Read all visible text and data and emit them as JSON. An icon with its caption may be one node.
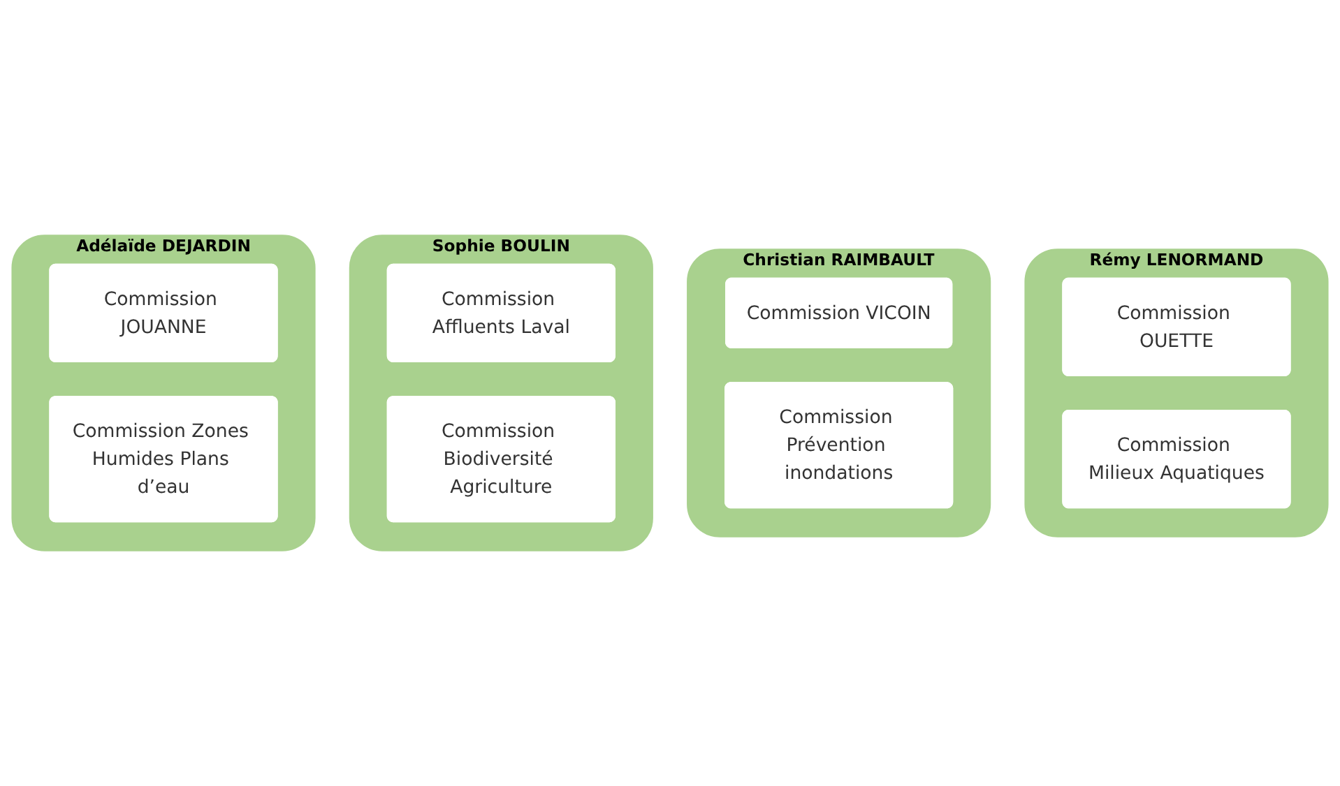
{
  "diagram": {
    "nodes": [
      {
        "text": [
          "Adélaïde DEJARDIN"
        ]
      },
      {
        "text": [
          "Commission JOUANNE"
        ],
        "in": 0
      },
      {
        "text": [
          "Commission Zones Humides Plans d’eau"
        ],
        "in": 0
      },
      {
        "text": [
          "Sophie BOULIN"
        ]
      },
      {
        "text": [
          "Commission Affluents Laval"
        ],
        "in": 3
      },
      {
        "text": [
          "Commission Biodiversité Agriculture"
        ],
        "in": 3
      },
      {
        "text": [
          "Christian RAIMBAULT"
        ]
      },
      {
        "text": [
          "Commission VICOIN"
        ],
        "in": 6
      },
      {
        "text": [
          "Commission Prévention inondations"
        ],
        "in": 6
      },
      {
        "text": [
          "Rémy LENORMAND"
        ]
      },
      {
        "text": [
          "Commission OUETTE"
        ],
        "in": 9
      },
      {
        "text": [
          "Commission Milieux Aquatiques"
        ],
        "in": 9
      }
    ]
  }
}
